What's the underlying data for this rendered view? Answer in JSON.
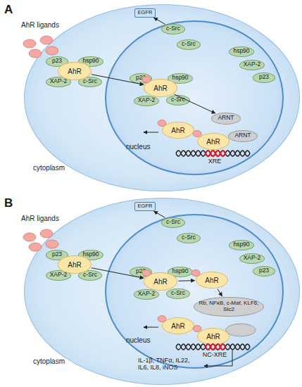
{
  "diagram": {
    "nodes": [
      {
        "text": [
          "cytoplasm"
        ]
      },
      {
        "text": [
          "EGFR"
        ],
        "in": 0
      },
      {
        "text": [
          "c-Src"
        ],
        "in": 0
      },
      {
        "text": [
          "p23"
        ],
        "in": 0
      },
      {
        "text": [
          "AhR"
        ],
        "in": 0
      },
      {
        "text": [
          "hsp90"
        ],
        "in": 0
      },
      {
        "text": [
          "XAP-2"
        ],
        "in": 0
      },
      {
        "text": [
          "c-Src"
        ],
        "in": 0
      },
      {
        "text": [
          "nucleus"
        ],
        "in": 0
      },
      {
        "text": [
          "c-Src"
        ],
        "in": 8
      },
      {
        "text": [
          "hsp90"
        ],
        "in": 8
      },
      {
        "text": [
          "XAP-2"
        ],
        "in": 8
      },
      {
        "text": [
          "p23"
        ],
        "in": 8
      },
      {
        "text": [
          "p23"
        ],
        "in": 8
      },
      {
        "text": [
          "AhR"
        ],
        "in": 8
      },
      {
        "text": [
          "hsp90"
        ],
        "in": 8
      },
      {
        "text": [
          "XAP-2"
        ],
        "in": 8
      },
      {
        "text": [
          "c-Src"
        ],
        "in": 8
      },
      {
        "text": [
          "ARNT"
        ],
        "in": 8
      },
      {
        "text": [
          "AhR"
        ],
        "in": 8
      },
      {
        "text": [
          "AhR"
        ],
        "in": 8
      },
      {
        "text": [
          "ARNT"
        ],
        "in": 8
      },
      {
        "text": [
          "cytoplasm"
        ]
      },
      {
        "text": [
          "EGFR"
        ],
        "in": 22
      },
      {
        "text": [
          "c-Src"
        ],
        "in": 22
      },
      {
        "text": [
          "p23"
        ],
        "in": 22
      },
      {
        "text": [
          "AhR"
        ],
        "in": 22
      },
      {
        "text": [
          "hsp90"
        ],
        "in": 22
      },
      {
        "text": [
          "XAP-2"
        ],
        "in": 22
      },
      {
        "text": [
          "c-Src"
        ],
        "in": 22
      },
      {
        "text": [
          "nucleus"
        ],
        "in": 22
      },
      {
        "text": [
          "c-Src"
        ],
        "in": 30
      },
      {
        "text": [
          "hsp90"
        ],
        "in": 30
      },
      {
        "text": [
          "XAP-2"
        ],
        "in": 30
      },
      {
        "text": [
          "p23"
        ],
        "in": 30
      },
      {
        "text": [
          "p23"
        ],
        "in": 30
      },
      {
        "text": [
          "AhR"
        ],
        "in": 30
      },
      {
        "text": [
          "hsp90"
        ],
        "in": 30
      },
      {
        "text": [
          "XAP-2"
        ],
        "in": 30
      },
      {
        "text": [
          "c-Src"
        ],
        "in": 30
      },
      {
        "text": [
          "AhR"
        ],
        "in": 30
      },
      {
        "text": [
          "Rb, NFκB, c-Maf, KLF6, Stc2"
        ],
        "in": 30
      },
      {
        "text": [
          "AhR"
        ],
        "in": 30
      },
      {
        "text": [
          "AhR"
        ],
        "in": 30
      }
    ],
    "edges": [
      {
        "from": 2,
        "to": 1,
        "arrow": "to"
      },
      {
        "from": 4,
        "to": 14,
        "arrow": "to"
      },
      {
        "from": 14,
        "to": 18,
        "arrow": "to"
      },
      {
        "from": 24,
        "to": 23,
        "arrow": "to"
      },
      {
        "from": 26,
        "to": 36,
        "arrow": "to"
      },
      {
        "from": 36,
        "to": 40,
        "arrow": "to"
      },
      {
        "from": 40,
        "to": 41,
        "arrow": "to"
      }
    ],
    "labels": [
      "A",
      "AhR ligands",
      "XRE",
      "B",
      "AhR ligands",
      "NC-XRE",
      "IL-1β, TNFα, IL22, IL6, IL8, iNOS"
    ]
  }
}
